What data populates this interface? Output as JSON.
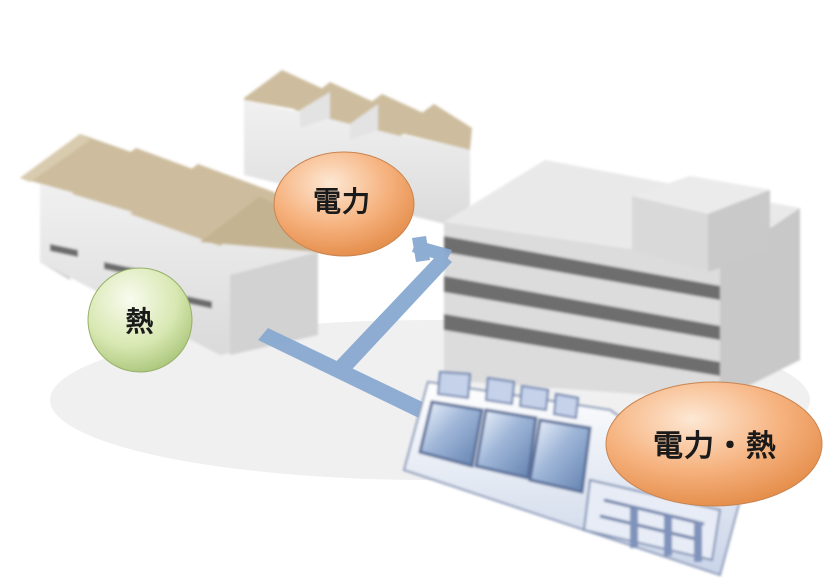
{
  "bubbles": {
    "power": "電力",
    "heat": "熱",
    "power_heat": "電力・熱"
  },
  "colors": {
    "roof": "#cdbd9e",
    "wall": "#e9e9e9",
    "pipe": "#8aaad0",
    "power_bubble": "#f2a468",
    "heat_bubble": "#cfe2a0",
    "building": "#dcdcdc",
    "window_band": "#707070"
  }
}
